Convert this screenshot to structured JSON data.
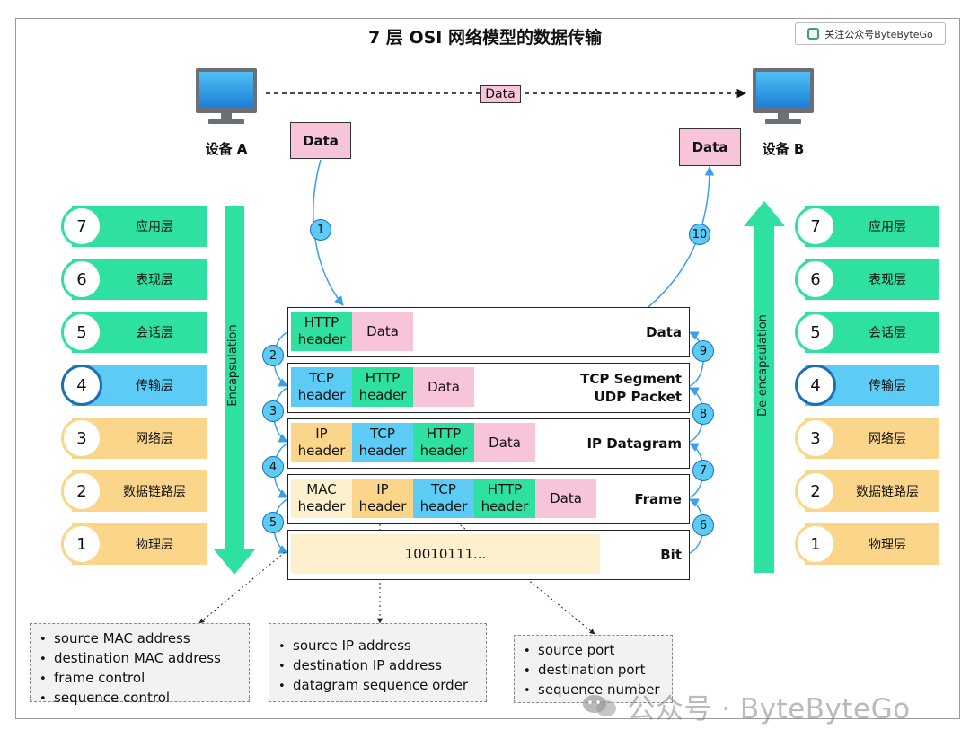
{
  "title": "7 层 OSI 网络模型的数据传输",
  "badge": {
    "text": "关注公众号ByteByteGo",
    "icon": "shield-icon"
  },
  "devices": {
    "a": {
      "label": "设备 A",
      "icon": "monitor-icon"
    },
    "b": {
      "label": "设备 B",
      "icon": "monitor-icon"
    }
  },
  "link_label": "Data",
  "data_box_a": "Data",
  "data_box_b": "Data",
  "encapsulation_label": "Encapsulation",
  "deencapsulation_label": "De-encapsulation",
  "layers": [
    {
      "num": "7",
      "name": "应用层",
      "color": "#2ee1a1"
    },
    {
      "num": "6",
      "name": "表现层",
      "color": "#2ee1a1"
    },
    {
      "num": "5",
      "name": "会话层",
      "color": "#2ee1a1"
    },
    {
      "num": "4",
      "name": "传输层",
      "color": "#5ccbf6"
    },
    {
      "num": "3",
      "name": "网络层",
      "color": "#fbd68a"
    },
    {
      "num": "2",
      "name": "数据链路层",
      "color": "#fbd68a"
    },
    {
      "num": "1",
      "name": "物理层",
      "color": "#fbd68a"
    }
  ],
  "packets": [
    {
      "label_lines": [
        "Data"
      ],
      "segments": [
        {
          "kind": "http",
          "lines": [
            "HTTP",
            "header"
          ]
        },
        {
          "kind": "data",
          "lines": [
            "Data"
          ]
        }
      ]
    },
    {
      "label_lines": [
        "TCP Segment",
        "UDP Packet"
      ],
      "segments": [
        {
          "kind": "tcp",
          "lines": [
            "TCP",
            "header"
          ]
        },
        {
          "kind": "http",
          "lines": [
            "HTTP",
            "header"
          ]
        },
        {
          "kind": "data",
          "lines": [
            "Data"
          ]
        }
      ]
    },
    {
      "label_lines": [
        "IP Datagram"
      ],
      "segments": [
        {
          "kind": "ip",
          "lines": [
            "IP",
            "header"
          ]
        },
        {
          "kind": "tcp",
          "lines": [
            "TCP",
            "header"
          ]
        },
        {
          "kind": "http",
          "lines": [
            "HTTP",
            "header"
          ]
        },
        {
          "kind": "data",
          "lines": [
            "Data"
          ]
        }
      ]
    },
    {
      "label_lines": [
        "Frame"
      ],
      "segments": [
        {
          "kind": "mac",
          "lines": [
            "MAC",
            "header"
          ]
        },
        {
          "kind": "ip",
          "lines": [
            "IP",
            "header"
          ]
        },
        {
          "kind": "tcp",
          "lines": [
            "TCP",
            "header"
          ]
        },
        {
          "kind": "http",
          "lines": [
            "HTTP",
            "header"
          ]
        },
        {
          "kind": "data",
          "lines": [
            "Data"
          ]
        }
      ]
    },
    {
      "label_lines": [
        "Bit"
      ],
      "segments": [
        {
          "kind": "bit",
          "lines": [
            "10010111..."
          ]
        }
      ]
    }
  ],
  "steps_left": [
    "1",
    "2",
    "3",
    "4",
    "5"
  ],
  "steps_right": [
    "10",
    "9",
    "8",
    "7",
    "6"
  ],
  "info_boxes": [
    {
      "items": [
        "source MAC address",
        "destination MAC address",
        "frame control",
        "sequence control"
      ]
    },
    {
      "items": [
        "source IP address",
        "destination IP address",
        "datagram sequence order"
      ]
    },
    {
      "items": [
        "source port",
        "destination port",
        "sequence number"
      ]
    }
  ],
  "watermark": {
    "icon": "wechat-icon",
    "text": "公众号 · ByteByteGo"
  }
}
